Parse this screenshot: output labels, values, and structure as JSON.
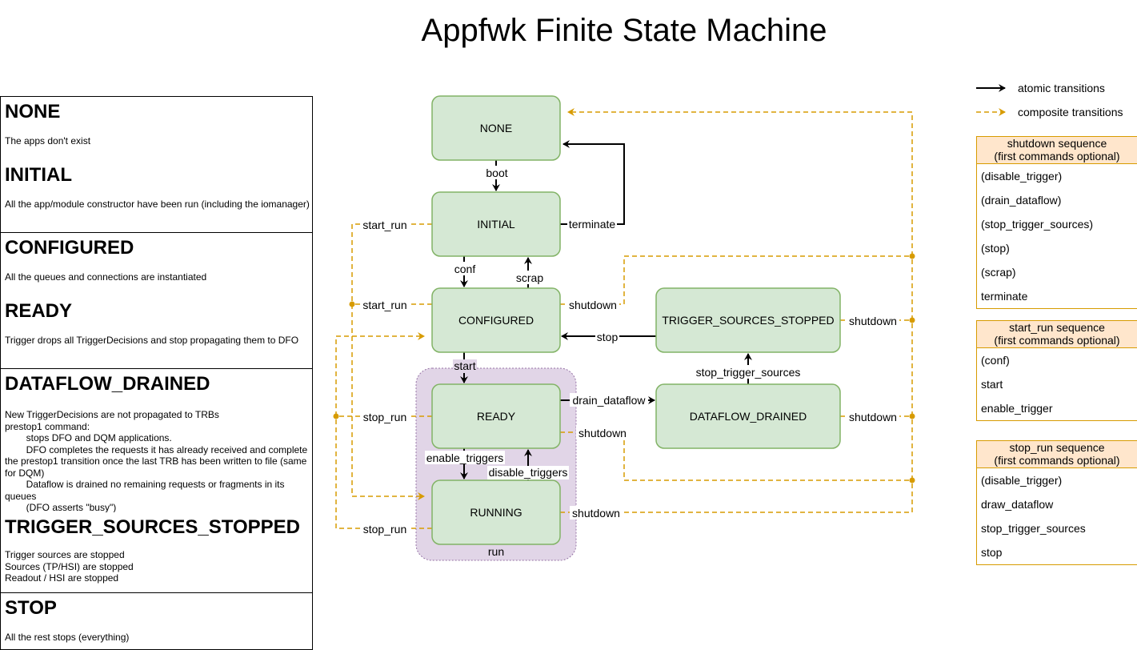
{
  "title": "Appfwk Finite State Machine",
  "descriptions": [
    {
      "name": "NONE",
      "text": "The apps don't exist"
    },
    {
      "name": "INITIAL",
      "text": "All the app/module constructor have been run (including the iomanager)"
    },
    {
      "name": "CONFIGURED",
      "text": "All the queues and connections are instantiated"
    },
    {
      "name": "READY",
      "text": "Trigger drops all TriggerDecisions and stop propagating them to DFO"
    },
    {
      "name": "DATAFLOW_DRAINED",
      "text": "New TriggerDecisions are not propagated to TRBs\nprestop1 command:\n        stops DFO and DQM applications.\n        DFO completes the requests it has already received and complete the prestop1 transition once the last TRB has been written to file (same for DQM)\n        Dataflow is drained no remaining requests or fragments in its queues\n        (DFO asserts \"busy\")"
    },
    {
      "name": "TRIGGER_SOURCES_STOPPED",
      "text": "Trigger sources are stopped\nSources (TP/HSI) are stopped\nReadout / HSI are stopped"
    },
    {
      "name": "STOP",
      "text": "All the rest stops (everything)"
    }
  ],
  "states": {
    "none": "NONE",
    "initial": "INITIAL",
    "configured": "CONFIGURED",
    "ready": "READY",
    "running": "RUNNING",
    "dataflow_drained": "DATAFLOW_DRAINED",
    "trigger_sources_stopped": "TRIGGER_SOURCES_STOPPED"
  },
  "group_label": "run",
  "transitions": {
    "boot": "boot",
    "terminate": "terminate",
    "conf": "conf",
    "scrap": "scrap",
    "start": "start",
    "enable_triggers": "enable_triggers",
    "disable_triggers": "disable_triggers",
    "drain_dataflow": "drain_dataflow",
    "stop_trigger_sources": "stop_trigger_sources",
    "stop": "stop",
    "start_run_initial": "start_run",
    "start_run_configured": "start_run",
    "stop_run_ready": "stop_run",
    "stop_run_running": "stop_run",
    "shutdown_configured": "shutdown",
    "shutdown_tss": "shutdown",
    "shutdown_ready": "shutdown",
    "shutdown_drained": "shutdown",
    "shutdown_running": "shutdown"
  },
  "legend": {
    "atomic": "atomic transitions",
    "composite": "composite transitions"
  },
  "sequences": [
    {
      "title1": "shutdown sequence",
      "title2": "(first commands optional)",
      "items": [
        "(disable_trigger)",
        "(drain_dataflow)",
        "(stop_trigger_sources)",
        "(stop)",
        "(scrap)",
        "terminate"
      ]
    },
    {
      "title1": "start_run sequence",
      "title2": "(first commands optional)",
      "items": [
        "(conf)",
        "start",
        "enable_trigger"
      ]
    },
    {
      "title1": "stop_run sequence",
      "title2": "(first commands optional)",
      "items": [
        "(disable_trigger)",
        "draw_dataflow",
        "stop_trigger_sources",
        "stop"
      ]
    }
  ],
  "colors": {
    "node_fill": "#d5e8d4",
    "node_stroke": "#82b366",
    "group_fill": "#e1d5e7",
    "group_stroke": "#9673a6",
    "composite": "#d79b00",
    "seq_header": "#ffe6cc"
  }
}
